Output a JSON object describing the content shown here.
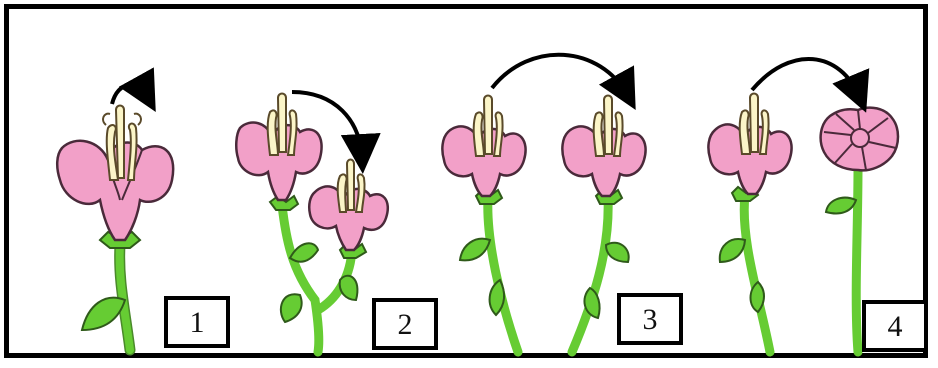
{
  "panels": [
    {
      "label": "1"
    },
    {
      "label": "2"
    },
    {
      "label": "3"
    },
    {
      "label": "4"
    }
  ],
  "colors": {
    "petal": "#f2a0c8",
    "petal_outline": "#4a2a3a",
    "stem": "#66cc33",
    "leaf": "#66cc33",
    "stamen": "#fbf5c8",
    "arrow": "#000000",
    "border": "#000000"
  }
}
